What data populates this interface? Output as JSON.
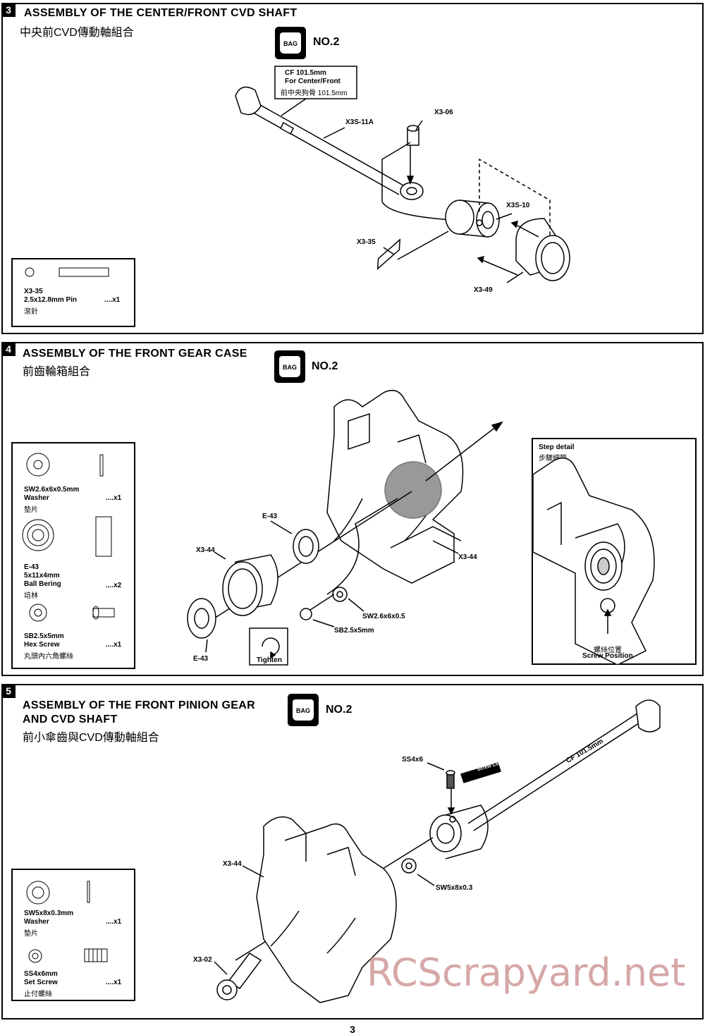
{
  "sections": [
    {
      "number": "3",
      "title": "ASSEMBLY OF THE CENTER/FRONT CVD SHAFT",
      "subtitle": "中央前CVD傳動軸組合",
      "bag": {
        "icon_label": "BAG",
        "no": "NO.2"
      },
      "callout": {
        "line1": "CF 101.5mm",
        "line2": "For Center/Front",
        "line3": "前中央狗骨 101.5mm"
      },
      "labels": {
        "shaft": "X3S-11A",
        "pin_top": "X3-06",
        "cup": "X3S-10",
        "pin": "X3-35",
        "bearing_cup": "X3-49"
      },
      "parts": [
        {
          "code": "X3-35",
          "desc": "2.5x12.8mm Pin",
          "qty": "....x1",
          "cn": "滾針"
        }
      ]
    },
    {
      "number": "4",
      "title": "ASSEMBLY OF THE FRONT GEAR CASE",
      "subtitle": "前齒輪箱組合",
      "bag": {
        "icon_label": "BAG",
        "no": "NO.2"
      },
      "labels": {
        "e43_top": "E-43",
        "x344_left": "X3-44",
        "x344_right": "X3-44",
        "washer": "SW2.6x6x0.5",
        "screw": "SB2.5x5mm",
        "e43_bottom": "E-43",
        "tighten": "Tighten"
      },
      "detail": {
        "title": "Step detail",
        "title_cn": "步驟細節",
        "pos_cn": "螺絲位置",
        "pos": "Screw Position"
      },
      "parts": [
        {
          "code": "SW2.6x6x0.5mm",
          "desc": "Washer",
          "qty": "....x1",
          "cn": "墊片"
        },
        {
          "code": "E-43",
          "desc2": "5x11x4mm",
          "desc": "Ball Bering",
          "qty": "....x2",
          "cn": "培林"
        },
        {
          "code": "SB2.5x5mm",
          "desc": "Hex Screw",
          "qty": "....x1",
          "cn": "丸頭內六角螺絲"
        }
      ]
    },
    {
      "number": "5",
      "title": "ASSEMBLY OF THE FRONT PINION GEAR",
      "title2": "AND CVD SHAFT",
      "subtitle": "前小傘齒與CVD傳動軸組合",
      "bag": {
        "icon_label": "BAG",
        "no": "NO.2"
      },
      "labels": {
        "set_screw": "SS4x6",
        "cement": "Screw Cement",
        "shaft_text": "CF 101.5mm",
        "gear_case": "X3-44",
        "washer": "SW5x8x0.3",
        "pinion": "X3-02"
      },
      "parts": [
        {
          "code": "SW5x8x0.3mm",
          "desc": "Washer",
          "qty": "....x1",
          "cn": "墊片"
        },
        {
          "code": "SS4x6mm",
          "desc": "Set Screw",
          "qty": "....x1",
          "cn": "止付螺絲"
        }
      ]
    }
  ],
  "page_number": "3",
  "watermark": "RCScrapyard.net"
}
